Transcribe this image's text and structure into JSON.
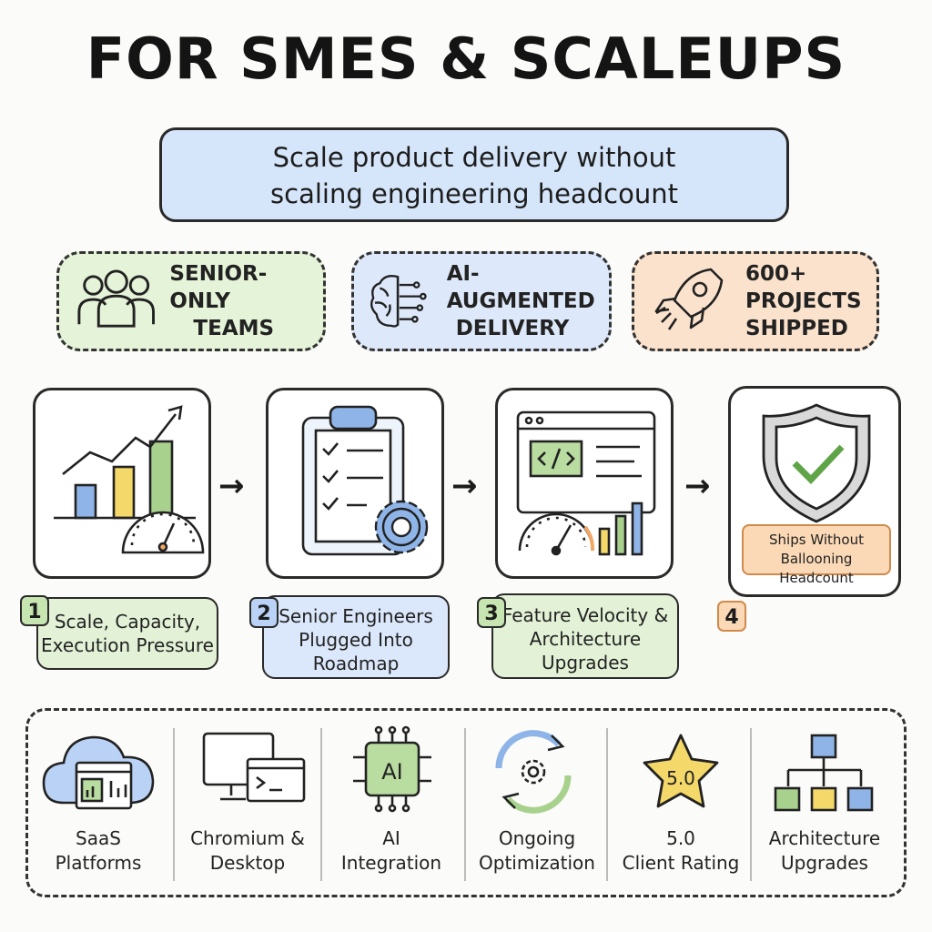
{
  "title": "FOR SMES & SCALEUPS",
  "subtitle": [
    "Scale product delivery without",
    "scaling engineering headcount"
  ],
  "highlights": [
    {
      "icon": "team-icon",
      "lines": [
        "SENIOR-ONLY",
        "TEAMS"
      ],
      "color": "#e5f3d8"
    },
    {
      "icon": "brain-circuit-icon",
      "lines": [
        "AI-AUGMENTED",
        "DELIVERY"
      ],
      "color": "#dde9fa"
    },
    {
      "icon": "rocket-icon",
      "lines": [
        "600+",
        "PROJECTS",
        "SHIPPED"
      ],
      "color": "#fbe2cc"
    }
  ],
  "steps": [
    {
      "number": "1",
      "lines": [
        "Scale, Capacity,",
        "Execution Pressure"
      ],
      "color": "#e3f2d6",
      "icon": "growth-chart-gauge-icon"
    },
    {
      "number": "2",
      "lines": [
        "Senior Engineers",
        "Plugged Into",
        "Roadmap"
      ],
      "color": "#dbe8fb",
      "icon": "clipboard-gear-icon"
    },
    {
      "number": "3",
      "lines": [
        "Feature Velocity &",
        "Architecture",
        "Upgrades"
      ],
      "color": "#e3f2d6",
      "icon": "code-window-gauge-icon"
    },
    {
      "number": "4",
      "label": "Ships Without Ballooning Headcount",
      "color": "#fbd9b6",
      "icon": "shield-check-icon"
    }
  ],
  "capabilities": [
    {
      "icon": "cloud-dashboard-icon",
      "lines": [
        "SaaS",
        "Platforms"
      ]
    },
    {
      "icon": "desktop-terminal-icon",
      "lines": [
        "Chromium &",
        "Desktop"
      ]
    },
    {
      "icon": "ai-chip-icon",
      "chip_text": "AI",
      "lines": [
        "AI",
        "Integration"
      ]
    },
    {
      "icon": "cycle-gear-icon",
      "lines": [
        "Ongoing",
        "Optimization"
      ]
    },
    {
      "icon": "star-icon",
      "star_text": "5.0",
      "lines": [
        "5.0",
        "Client Rating"
      ]
    },
    {
      "icon": "hierarchy-icon",
      "lines": [
        "Architecture",
        "Upgrades"
      ]
    }
  ],
  "colors": {
    "green": "#a9d18e",
    "blue": "#8fb4e8",
    "orange": "#f0a868",
    "yellow": "#f4d86a"
  }
}
